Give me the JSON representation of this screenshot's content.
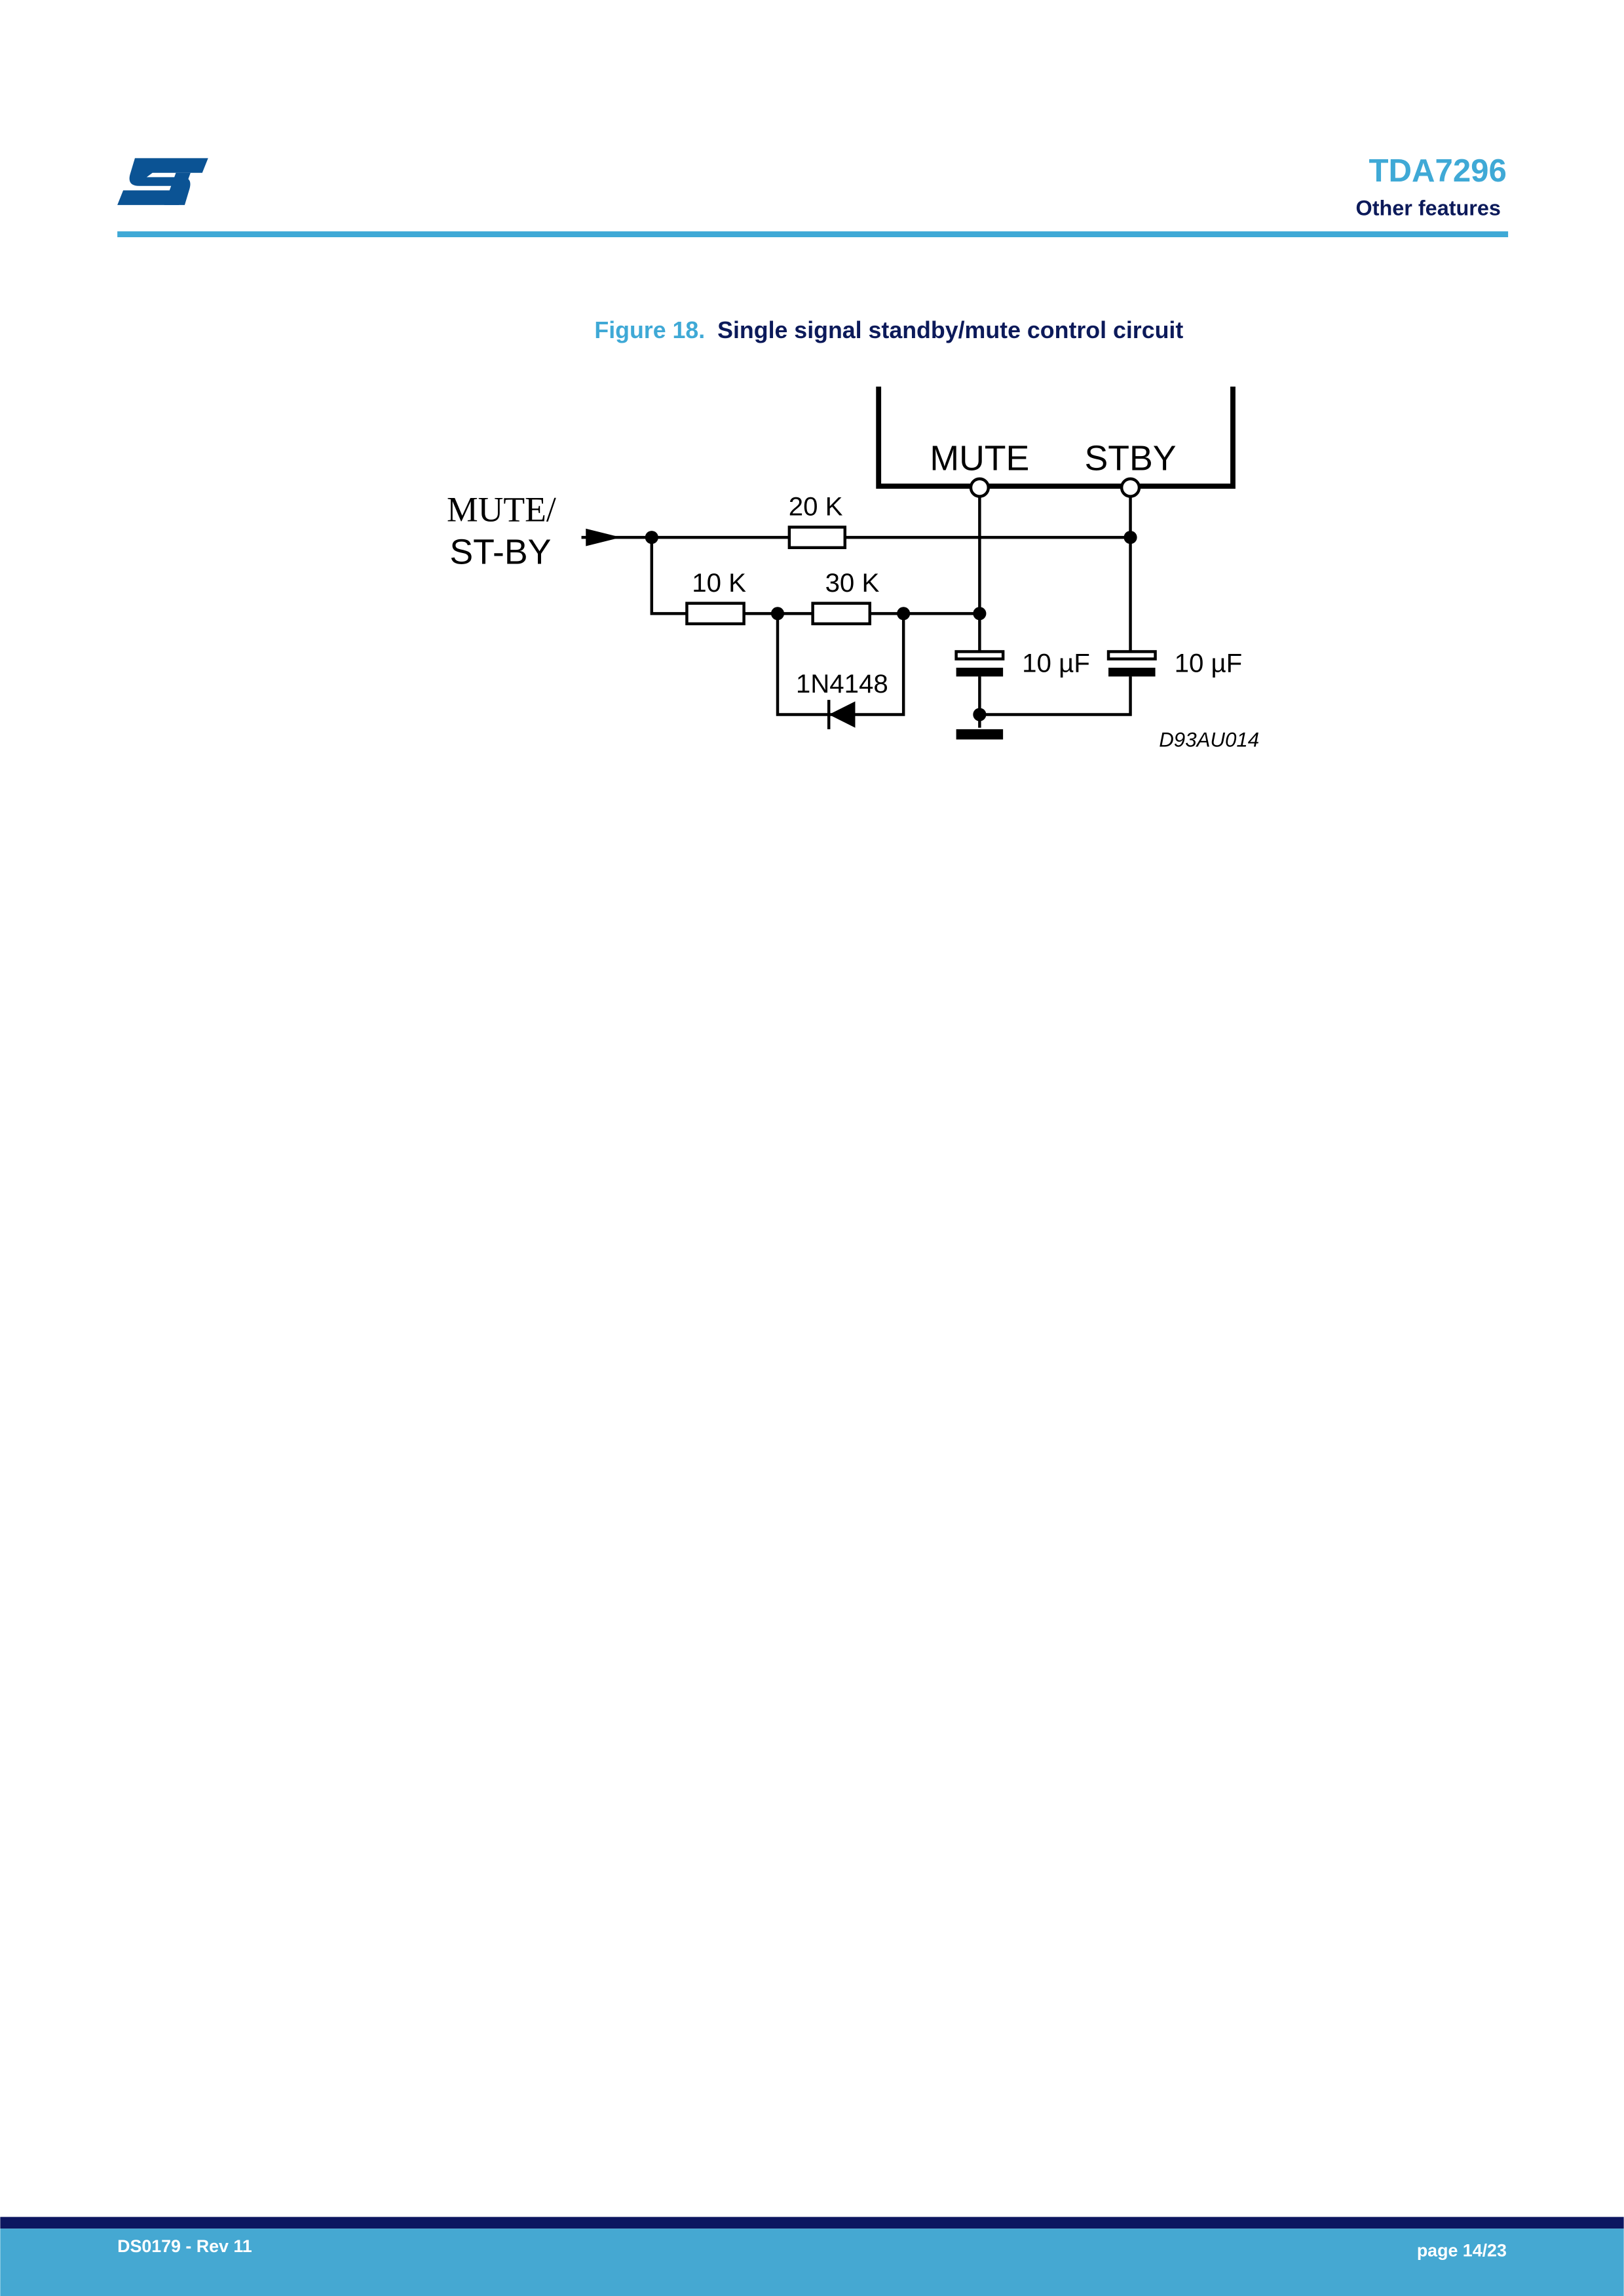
{
  "header": {
    "logo_text": "ST",
    "doc_title": "TDA7296",
    "section": "Other features"
  },
  "figure": {
    "number": "Figure 18.",
    "title": "Single signal standby/mute control circuit",
    "circuit": {
      "pin_mute": "MUTE",
      "pin_stby": "STBY",
      "input_label_line1": "MUTE/",
      "input_label_line2": "ST-BY",
      "r1": "20 K",
      "r2": "10 K",
      "r3": "30 K",
      "diode": "1N4148",
      "c1": "10 µF",
      "c2": "10 µF",
      "drawing_id": "D93AU014"
    }
  },
  "footer": {
    "doc_ref": "DS0179 - Rev 11",
    "page": "page 14/23"
  },
  "colors": {
    "accent": "#3fa9d6",
    "navy": "#0c1a5a",
    "footer_band": "#45a8d2",
    "logo": "#0b5394"
  }
}
